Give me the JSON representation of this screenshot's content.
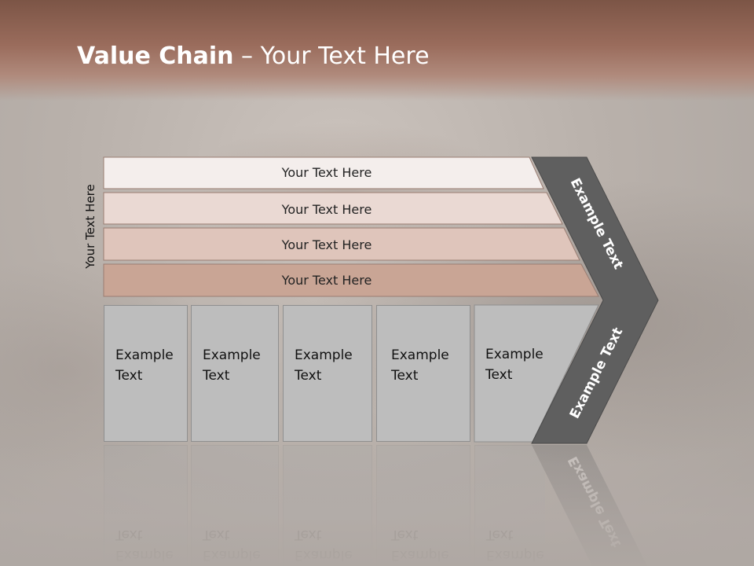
{
  "slide": {
    "title_bold": "Value Chain",
    "title_rest": " – Your Text Here",
    "vertical_label": "Your Text Here",
    "bars": [
      {
        "label": "Your Text Here",
        "color": "#f4eeec"
      },
      {
        "label": "Your Text Here",
        "color": "#ead9d3"
      },
      {
        "label": "Your Text Here",
        "color": "#dfc5bb"
      },
      {
        "label": "Your Text Here",
        "color": "#c9a595"
      }
    ],
    "columns": [
      {
        "line1": "Example",
        "line2": "Text"
      },
      {
        "line1": "Example",
        "line2": "Text"
      },
      {
        "line1": "Example",
        "line2": "Text"
      },
      {
        "line1": "Example",
        "line2": "Text"
      },
      {
        "line1": "Example",
        "line2": "Text"
      }
    ],
    "chevron": {
      "upper_label": "Example Text",
      "lower_label": "Example Text",
      "color": "#5f5f5f"
    },
    "colors": {
      "header": "#8b6050",
      "column_fill": "#bdbdbd"
    }
  }
}
